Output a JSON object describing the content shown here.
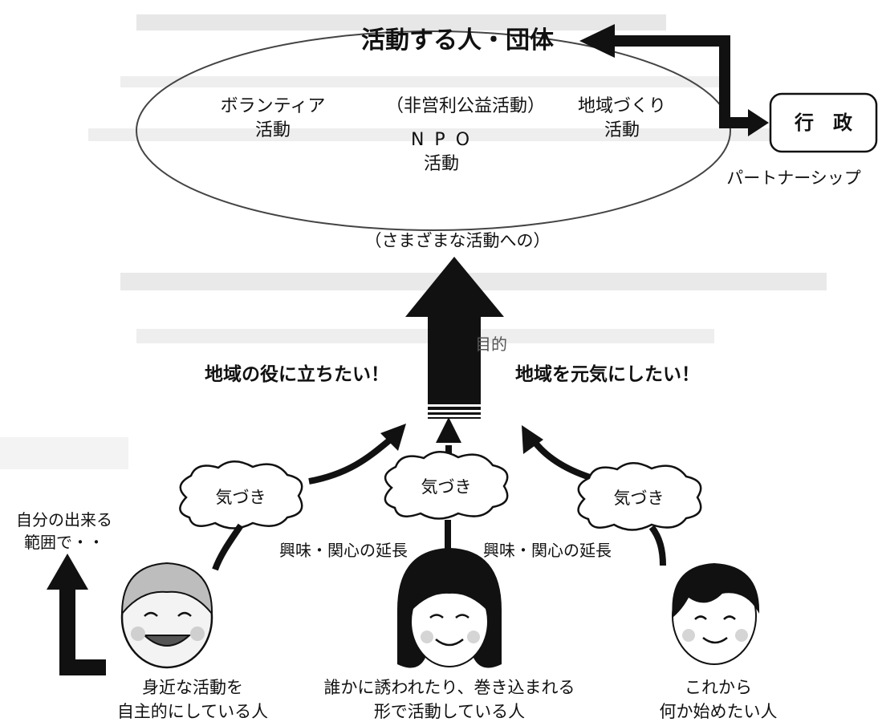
{
  "header": {
    "title": "活動する人・団体"
  },
  "groups": {
    "volunteer": [
      "ボランティア",
      "活動"
    ],
    "nonprofit_note": "（非営利公益活動）",
    "npo": [
      "N P O",
      "活動"
    ],
    "community": [
      "地域づくり",
      "活動"
    ]
  },
  "government": {
    "label": "行　政",
    "partnership": "パートナーシップ"
  },
  "flow": {
    "to_activities": "（さまざまな活動への）",
    "goal_left": "地域の役に立ちたい！",
    "goal_right": "地域を元気にしたい！",
    "goal_center": "目的"
  },
  "awareness": {
    "left": "気づき",
    "center": "気づき",
    "right": "気づき"
  },
  "interest": {
    "left": "興味・関心の延長",
    "right": "興味・関心の延長"
  },
  "side_note": [
    "自分の出来る",
    "範囲で・・"
  ],
  "people": {
    "left": [
      "身近な活動を",
      "自主的にしている人"
    ],
    "center": [
      "誰かに誘われたり、巻き込まれる",
      "形で活動している人"
    ],
    "right": [
      "これから",
      "何か始めたい人"
    ]
  }
}
